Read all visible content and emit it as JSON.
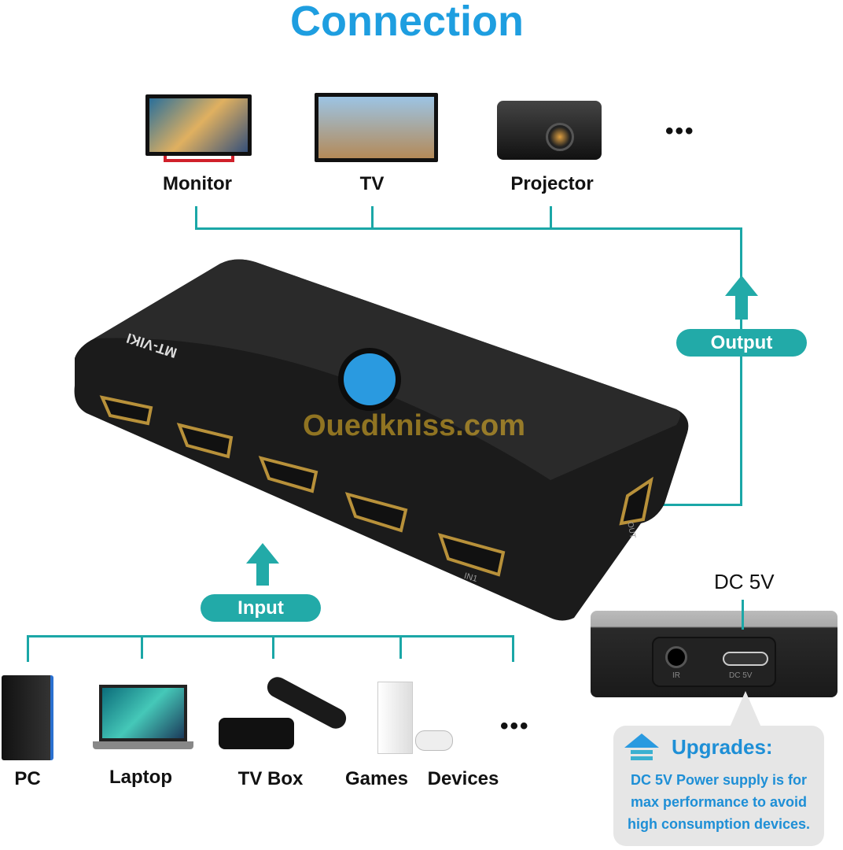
{
  "title": "Connection",
  "outputs": [
    {
      "label": "Monitor"
    },
    {
      "label": "TV"
    },
    {
      "label": "Projector"
    }
  ],
  "outputs_more": "•••",
  "output_label": "Output",
  "input_label": "Input",
  "device": {
    "brand": "MT-VIKI",
    "port_in1": "IN1",
    "port_out": "OUT"
  },
  "watermark": "Ouedkniss.com",
  "inputs": [
    {
      "label": "PC"
    },
    {
      "label": "Laptop"
    },
    {
      "label": "TV Box"
    },
    {
      "label": "Games"
    },
    {
      "label": "Devices"
    }
  ],
  "inputs_more": "•••",
  "side_panel": {
    "dc_label": "DC 5V",
    "ir_port": "IR",
    "dc_port": "DC 5V"
  },
  "upgrade": {
    "heading": "Upgrades:",
    "text": "DC 5V Power supply is for max performance to avoid high consumption devices."
  },
  "colors": {
    "title": "#1e9ee0",
    "teal": "#1ba7a7",
    "upgrade_text": "#1e8fd6"
  }
}
